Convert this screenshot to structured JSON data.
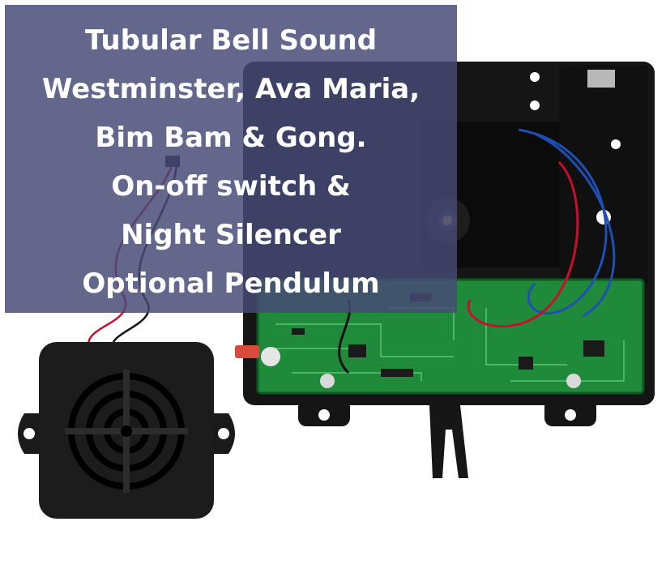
{
  "caption": {
    "lines": [
      "Tubular Bell Sound",
      "Westminster, Ava Maria,",
      "Bim Bam & Gong.",
      "On-off switch &",
      "Night Silencer",
      "Optional Pendulum"
    ]
  },
  "colors": {
    "overlay": "#464a76",
    "pcb": "#1f8a3a",
    "housing": "#141414",
    "wire_red": "#c8102e",
    "wire_blue": "#1e4fb5"
  },
  "icons": [
    "speaker-icon",
    "clock-movement-icon"
  ]
}
